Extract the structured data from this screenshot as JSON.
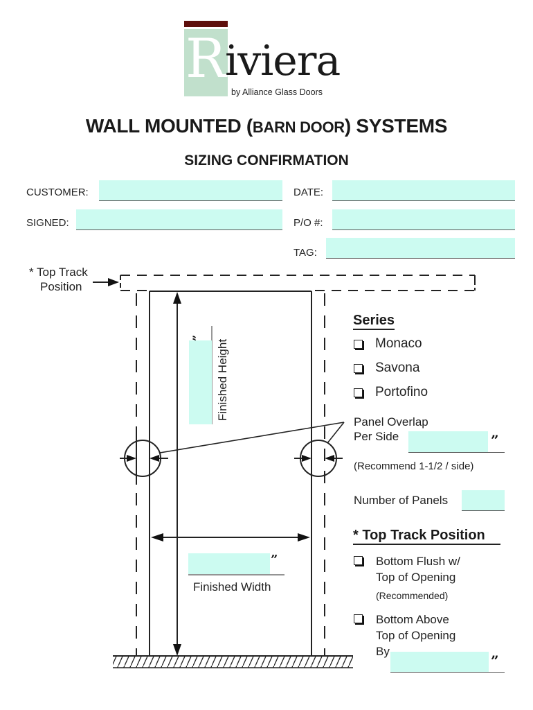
{
  "logo": {
    "initial": "R",
    "word": "iviera",
    "tagline": "by Alliance Glass Doors",
    "colors": {
      "bar": "#5e0f0c",
      "box": "#c1e0cc"
    }
  },
  "header": {
    "title_part1": "WALL MOUNTED (",
    "title_smallcaps": "BARN DOOR",
    "title_part2": ") SYSTEMS",
    "subtitle": "SIZING CONFIRMATION"
  },
  "fields": {
    "customer": {
      "label": "CUSTOMER:",
      "value": ""
    },
    "date": {
      "label": "DATE:",
      "value": ""
    },
    "signed": {
      "label": "SIGNED:",
      "value": ""
    },
    "po": {
      "label": "P/O #:",
      "value": ""
    },
    "tag": {
      "label": "TAG:",
      "value": ""
    }
  },
  "diagram": {
    "top_track_label_line1": "* Top Track",
    "top_track_label_line2": "Position",
    "finished_height": {
      "label": "Finished Height",
      "value": "",
      "unit": "”"
    },
    "finished_width": {
      "label": "Finished Width",
      "value": "",
      "unit": "”"
    }
  },
  "series": {
    "heading": "Series",
    "options": [
      {
        "label": "Monaco",
        "checked": false
      },
      {
        "label": "Savona",
        "checked": false
      },
      {
        "label": "Portofino",
        "checked": false
      }
    ]
  },
  "overlap": {
    "label_line1": "Panel Overlap",
    "label_line2": "Per Side",
    "value": "",
    "unit": "”",
    "note": "(Recommend 1-1/2 / side)"
  },
  "panels": {
    "label": "Number of Panels",
    "value": ""
  },
  "top_track": {
    "heading": "* Top Track Position",
    "options": [
      {
        "line1": "Bottom Flush w/",
        "line2": "Top of Opening",
        "line3": "(Recommended)",
        "checked": false
      },
      {
        "line1": "Bottom Above",
        "line2": "Top of Opening",
        "line3": "By",
        "checked": false
      }
    ],
    "above_by_value": "",
    "unit": "”"
  },
  "colors": {
    "field_fill": "#ccfbf1",
    "ink": "#1a1a1a"
  }
}
